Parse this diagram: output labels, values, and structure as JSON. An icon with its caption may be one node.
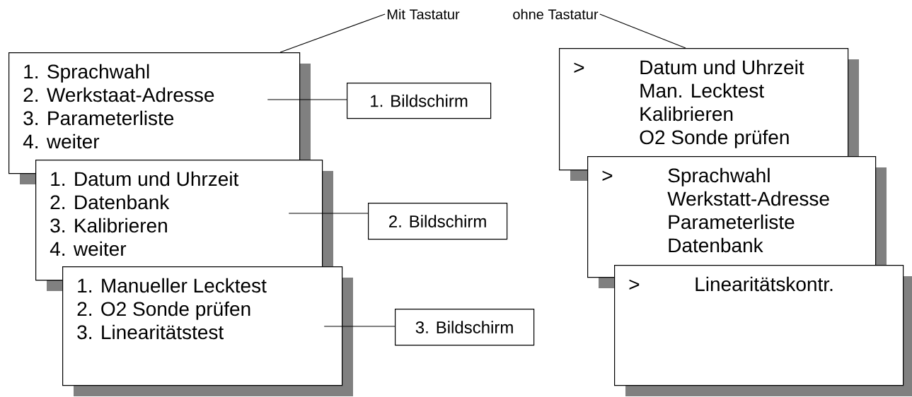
{
  "diagram": {
    "nodes": [
      {
        "text": [
          "1. Sprachwahl",
          "2. Werkstaat-Adresse",
          "3. Parameterliste",
          "4. weiter"
        ]
      },
      {
        "text": [
          "1. Datum und Uhrzeit",
          "2. Datenbank",
          "3. Kalibrieren",
          "4. weiter"
        ]
      },
      {
        "text": [
          "1. Manueller Lecktest",
          "2. O2 Sonde prüfen",
          "3. Linearitätstest"
        ]
      },
      {
        "text": [
          "1. Bildschirm"
        ]
      },
      {
        "text": [
          "2. Bildschirm"
        ]
      },
      {
        "text": [
          "3. Bildschirm"
        ]
      },
      {
        "text": [
          ">",
          "Datum und Uhrzeit",
          "Man. Lecktest",
          "Kalibrieren",
          "O2 Sonde prüfen"
        ]
      },
      {
        "text": [
          ">",
          "Sprachwahl",
          "Werkstatt-Adresse",
          "Parameterliste",
          "Datenbank"
        ]
      },
      {
        "text": [
          ">",
          "Linearitätskontr."
        ]
      },
      {
        "text": [
          "Mit Tastatur"
        ]
      },
      {
        "text": [
          "ohne Tastatur"
        ]
      }
    ],
    "edges": [
      {
        "from": 3,
        "to": 0,
        "arrow": "none"
      },
      {
        "from": 4,
        "to": 1,
        "arrow": "none"
      },
      {
        "from": 5,
        "to": 2,
        "arrow": "none"
      },
      {
        "from": 9,
        "to": 0,
        "arrow": "none"
      },
      {
        "from": 10,
        "to": 6,
        "arrow": "none"
      }
    ]
  }
}
